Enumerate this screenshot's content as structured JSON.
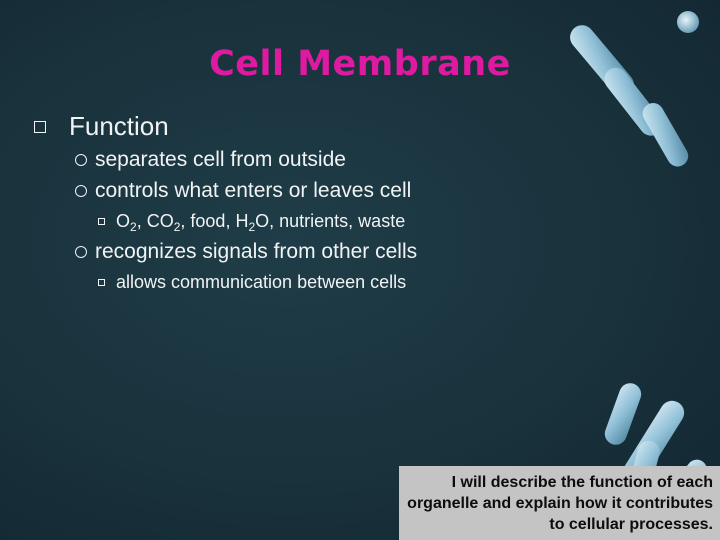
{
  "slide": {
    "title": "Cell Membrane",
    "heading": "Function",
    "points": [
      "separates cell from outside",
      "controls what enters or leaves cell",
      "recognizes signals from other cells"
    ],
    "subpoint_molecules": {
      "o2_base": "O",
      "o2_sub": "2",
      "co2_base": ", CO",
      "co2_sub": "2",
      "h2o_base": ", food, H",
      "h2o_sub": "2",
      "tail": "O, nutrients, waste"
    },
    "subpoint_signals": "allows communication between cells",
    "objective": "I will describe the function of each organelle and explain how it contributes to cellular processes.",
    "colors": {
      "background": "#19323c",
      "title": "#dd1aa0",
      "text": "#f1f3f4",
      "note_background": "#c4c4c4",
      "bacteria": "#9fc8dc"
    }
  }
}
